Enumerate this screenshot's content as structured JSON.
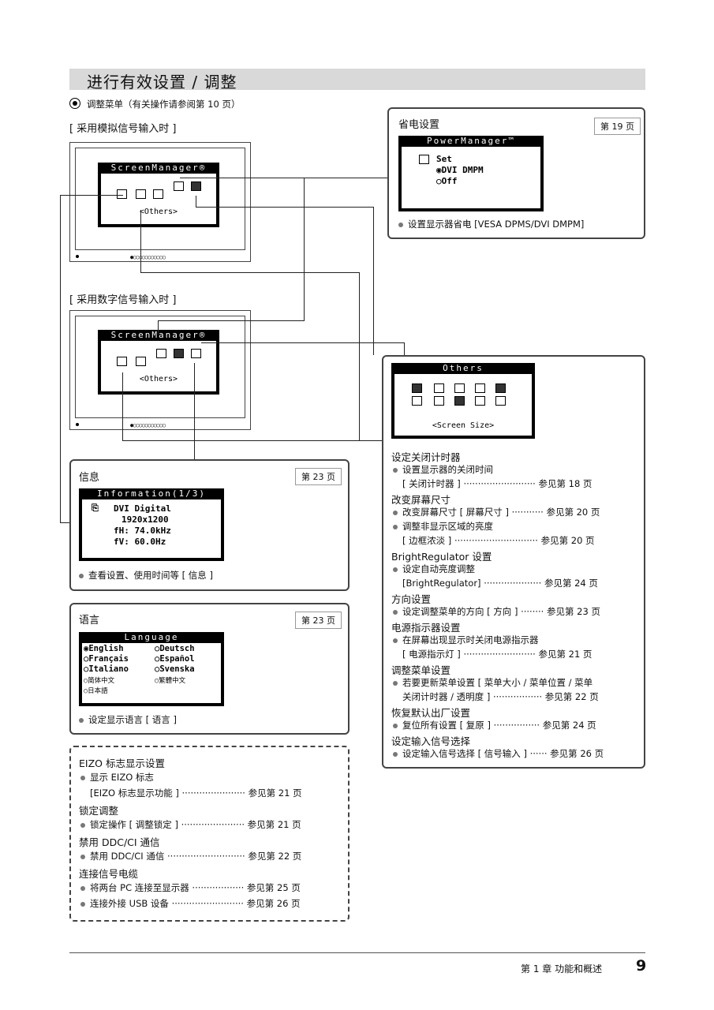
{
  "title": "进行有效设置 / 调整",
  "menu_note": "调整菜单（有关操作请参阅第 10 页）",
  "analog_label": "[ 采用模拟信号输入时 ]",
  "digital_label": "[ 采用数字信号输入时 ]",
  "sm_title": "ScreenManager®",
  "sm_others": "<Others>",
  "power": {
    "heading": "省电设置",
    "page": "第 19 页",
    "osd_title": "PowerManager™",
    "set": "Set",
    "opt1": "◉DVI DMPM",
    "opt2": "○Off",
    "note": "设置显示器省电 [VESA DPMS/DVI DMPM]"
  },
  "info": {
    "heading": "信息",
    "page": "第 23 页",
    "osd_title": "Information(1/3)",
    "l1": "DVI Digital",
    "l2": "1920x1200",
    "l3": "fH: 74.0kHz",
    "l4": "fV: 60.0Hz",
    "note": "查看设置、使用时间等 [ 信息 ]"
  },
  "lang": {
    "heading": "语言",
    "page": "第 23 页",
    "osd_title": "Language",
    "c1": "◉English",
    "c2": "○Deutsch",
    "c3": "○Français",
    "c4": "○Español",
    "c5": "○Italiano",
    "c6": "○Svenska",
    "c7": "○简体中文",
    "c8": "○繁體中文",
    "c9": "○日本語",
    "note": "设定显示语言 [ 语言 ]"
  },
  "others": {
    "osd_title": "Others",
    "osd_sub": "<Screen Size>",
    "items": [
      {
        "h": "设定关闭计时器"
      },
      {
        "b": "设置显示器的关闭时间"
      },
      {
        "i": "[ 关闭计时器 ] ························· 参见第 18 页"
      },
      {
        "h": "改变屏幕尺寸"
      },
      {
        "b": "改变屏幕尺寸 [ 屏幕尺寸 ] ··········· 参见第 20 页"
      },
      {
        "b": "调整非显示区域的亮度"
      },
      {
        "i": "[ 边框浓淡 ] ····························· 参见第 20 页"
      },
      {
        "h": "BrightRegulator 设置"
      },
      {
        "b": "设定自动亮度调整"
      },
      {
        "i": "[BrightRegulator] ···················· 参见第 24 页"
      },
      {
        "h": "方向设置"
      },
      {
        "b": "设定调整菜单的方向 [ 方向 ] ········ 参见第 23 页"
      },
      {
        "h": "电源指示器设置"
      },
      {
        "b": "在屏幕出现显示时关闭电源指示器"
      },
      {
        "i": "[ 电源指示灯 ] ························· 参见第 21 页"
      },
      {
        "h": "调整菜单设置"
      },
      {
        "b": "若要更新菜单设置 [ 菜单大小 / 菜单位置 / 菜单"
      },
      {
        "i": "关闭计时器 / 透明度 ] ················· 参见第 22 页"
      },
      {
        "h": "恢复默认出厂设置"
      },
      {
        "b": "复位所有设置 [ 复原 ] ················ 参见第 24 页"
      },
      {
        "h": "设定输入信号选择"
      },
      {
        "b": "设定输入信号选择 [ 信号输入 ] ······ 参见第 26 页"
      }
    ]
  },
  "extra": {
    "items": [
      {
        "h": "EIZO 标志显示设置"
      },
      {
        "b": "显示 EIZO 标志"
      },
      {
        "i": "[EIZO 标志显示功能 ] ······················ 参见第 21 页"
      },
      {
        "h": "锁定调整"
      },
      {
        "b": "锁定操作 [ 调整锁定 ] ······················ 参见第 21 页"
      },
      {
        "h": "禁用 DDC/CI 通信"
      },
      {
        "b": "禁用 DDC/CI 通信 ··························· 参见第 22 页"
      },
      {
        "h": "连接信号电缆"
      },
      {
        "b": "将两台 PC 连接至显示器 ·················· 参见第 25 页"
      },
      {
        "b": "连接外接 USB 设备 ························· 参见第 26 页"
      }
    ]
  },
  "footer": {
    "chapter": "第 1 章 功能和概述",
    "page_no": "9"
  }
}
